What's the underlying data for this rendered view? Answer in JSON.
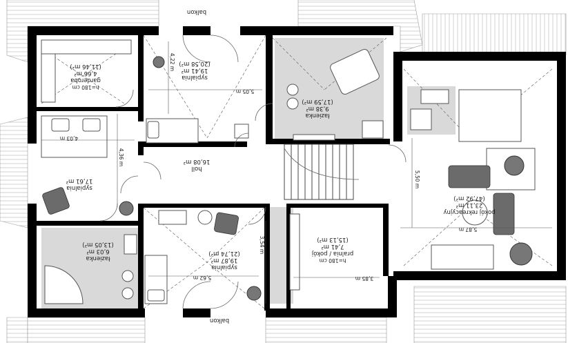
{
  "rooms": {
    "garderoba": {
      "name": "garderoba",
      "area": "4,66 m²",
      "area2": "(11,46 m²)",
      "note": "h=180 cm"
    },
    "sypialnia_top": {
      "name": "sypialnia",
      "area": "19,41 m²",
      "area2": "(20,58 m²)"
    },
    "lazienka_top": {
      "name": "łazienka",
      "area": "9,38 m²",
      "area2": "(17,59 m²)"
    },
    "sypialnia_left": {
      "name": "sypialnia",
      "area": "17,61 m²"
    },
    "holl": {
      "name": "holl",
      "area": "16,08 m²"
    },
    "lazienka_left": {
      "name": "łazienka",
      "area": "6,03 m²",
      "area2": "(13,05 m²)"
    },
    "sypialnia_bottom": {
      "name": "sypialnia",
      "area": "19,87 m²",
      "area2": "(21,74 m²)"
    },
    "pralnia": {
      "name": "pralnia / pokój",
      "area": "7,41 m²",
      "area2": "(15,13 m²)",
      "note": "h=180 cm"
    },
    "pokoj_rekreacyjny": {
      "name": "pokój rekreacyjny",
      "area": "23,11 m²",
      "area2": "(47,92 m²)"
    }
  },
  "labels": {
    "balkon_top": "balkon",
    "balkon_bottom": "balkon"
  },
  "dimensions": {
    "d_422": "4,22 m",
    "d_505": "5,05 m",
    "d_403": "4,03 m",
    "d_436": "4,36 m",
    "d_562": "5,62 m",
    "d_354": "3,54 m",
    "d_385": "3,85 m",
    "d_550": "5,50 m",
    "d_587": "5,87 m"
  },
  "colors": {
    "wall": "#000000",
    "bathroom_tile": "#d9d9d9",
    "furniture": "#6b6b6b",
    "plant": "#777777"
  }
}
